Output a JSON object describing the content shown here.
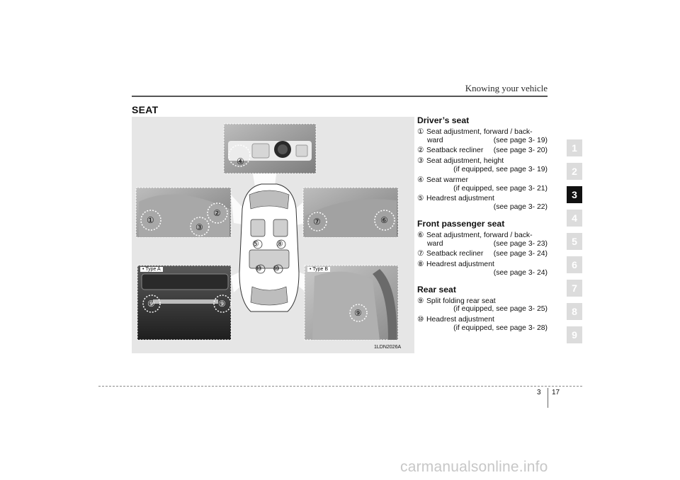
{
  "header": {
    "title": "Knowing your vehicle"
  },
  "section_title": "SEAT",
  "chapter_tabs": [
    "1",
    "2",
    "3",
    "4",
    "5",
    "6",
    "7",
    "8",
    "9"
  ],
  "active_chapter": "3",
  "figure": {
    "code": "1LDN2026A",
    "type_a_label": "• Type A",
    "type_b_label": "• Type B",
    "callouts": [
      "①",
      "②",
      "③",
      "④",
      "⑤",
      "⑥",
      "⑦",
      "⑧",
      "⑨",
      "⑩"
    ]
  },
  "drivers_seat": {
    "heading": "Driver’s seat",
    "items": [
      {
        "num": "①",
        "line1": "Seat adjustment, forward / back-",
        "line2a": "ward",
        "line2b": "(see page 3- 19)"
      },
      {
        "num": "②",
        "line1a": "Seatback recliner",
        "line1b": "(see page 3- 20)"
      },
      {
        "num": "③",
        "line1": "Seat adjustment, height",
        "line2": "(if equipped, see page 3- 19)"
      },
      {
        "num": "④",
        "line1": "Seat warmer",
        "line2": "(if equipped, see page 3- 21)"
      },
      {
        "num": "⑤",
        "line1": "Headrest adjustment",
        "line2": "(see page 3- 22)"
      }
    ]
  },
  "front_passenger_seat": {
    "heading": "Front passenger seat",
    "items": [
      {
        "num": "⑥",
        "line1": "Seat adjustment, forward / back-",
        "line2a": "ward",
        "line2b": "(see page 3- 23)"
      },
      {
        "num": "⑦",
        "line1a": "Seatback recliner",
        "line1b": "(see page 3- 24)"
      },
      {
        "num": "⑧",
        "line1": "Headrest adjustment",
        "line2": "(see page 3- 24)"
      }
    ]
  },
  "rear_seat": {
    "heading": "Rear seat",
    "items": [
      {
        "num": "⑨",
        "line1": "Split folding rear seat",
        "line2": "(if equipped, see page 3- 25)"
      },
      {
        "num": "⑩",
        "line1": "Headrest adjustment",
        "line2": "(if equipped, see page 3- 28)"
      }
    ]
  },
  "footer": {
    "chapter": "3",
    "page": "17"
  },
  "watermark": "carmanualsonline.info",
  "colors": {
    "tab_inactive": "#dcdcdc",
    "tab_active": "#111111",
    "figure_bg": "#e6e6e6"
  }
}
